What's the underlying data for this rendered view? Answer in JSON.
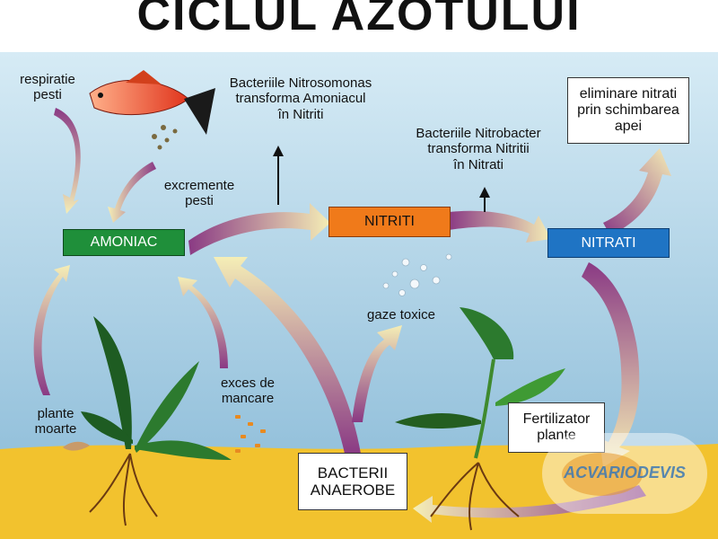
{
  "title": "CICLUL AZOTULUI",
  "nodes": {
    "amoniac": "AMONIAC",
    "nitriti": "NITRITI",
    "nitrati": "NITRATI",
    "bacterii": "BACTERII\nANAEROBE",
    "eliminare": "eliminare nitrati\nprin schimbarea\napei",
    "fertilizator": "Fertilizator\nplante"
  },
  "labels": {
    "respiratie": "respiratie\npesti",
    "excremente": "excremente\npesti",
    "nitrosomonas": "Bacteriile Nitrosomonas\ntransforma Amoniacul\nîn Nitriti",
    "nitrobacter": "Bacteriile Nitrobacter\ntransforma Nitritii\nîn Nitrati",
    "gaze": "gaze toxice",
    "exces": "exces de\nmancare",
    "plante_moarte": "plante\nmoarte"
  },
  "watermark": "ACVARIODEVIS",
  "colors": {
    "water_top": "#cfe6f2",
    "water_bottom": "#8fc0dc",
    "sand": "#f2c22e",
    "amoniac": "#1f8f3a",
    "nitriti": "#f07a1a",
    "nitrati": "#1f74c4",
    "arrow_start": "#f3ecb0",
    "arrow_end": "#8a3a84"
  }
}
